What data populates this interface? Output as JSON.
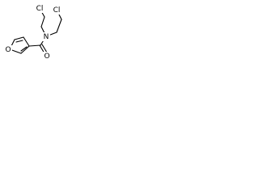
{
  "molecule": {
    "atoms": {
      "cl_upper": "Cl",
      "cl_right": "Cl",
      "nitrogen": "N",
      "oxygen_carbonyl": "O",
      "oxygen_ring": "O"
    }
  }
}
